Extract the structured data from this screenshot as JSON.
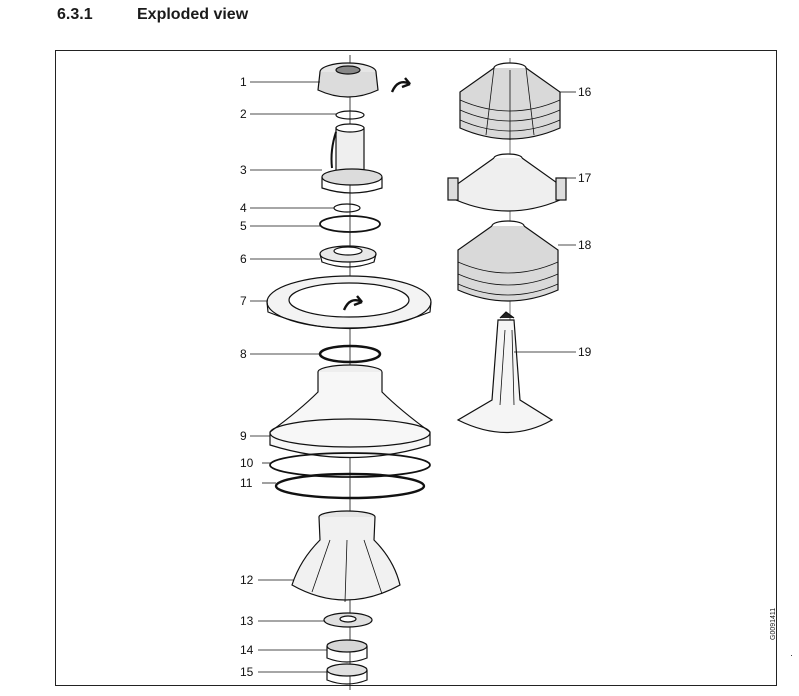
{
  "section": {
    "number": "6.3.1",
    "title": "Exploded view"
  },
  "figure_code": "G0091411",
  "margin_mark": "·",
  "callouts": [
    "1",
    "2",
    "3",
    "4",
    "5",
    "6",
    "7",
    "8",
    "9",
    "10",
    "11",
    "12",
    "13",
    "14",
    "15",
    "16",
    "17",
    "18",
    "19"
  ]
}
